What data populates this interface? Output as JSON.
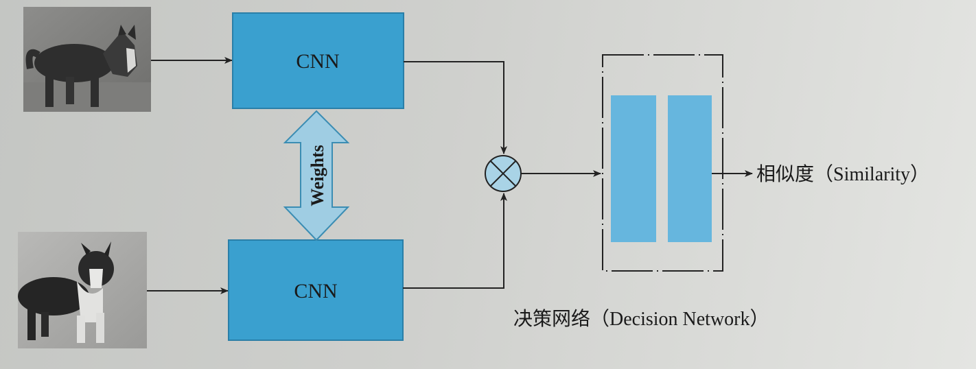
{
  "diagram": {
    "input_top": {
      "alt": "husky photo"
    },
    "input_bottom": {
      "alt": "collie photo"
    },
    "cnn_top": {
      "label": "CNN"
    },
    "cnn_bottom": {
      "label": "CNN"
    },
    "weights": {
      "label": "Weights"
    },
    "combine": {
      "icon": "multiply-circle-icon"
    },
    "decision_network": {
      "label": "决策网络（Decision Network）"
    },
    "output": {
      "label": "相似度（Similarity）"
    },
    "colors": {
      "cnn_fill": "#3aa0cf",
      "cnn_stroke": "#2a7fa8",
      "bar_fill": "#66b6de",
      "arrow_fill": "#9fcde3",
      "combine_fill": "#a9d3e6",
      "line": "#222222"
    }
  }
}
